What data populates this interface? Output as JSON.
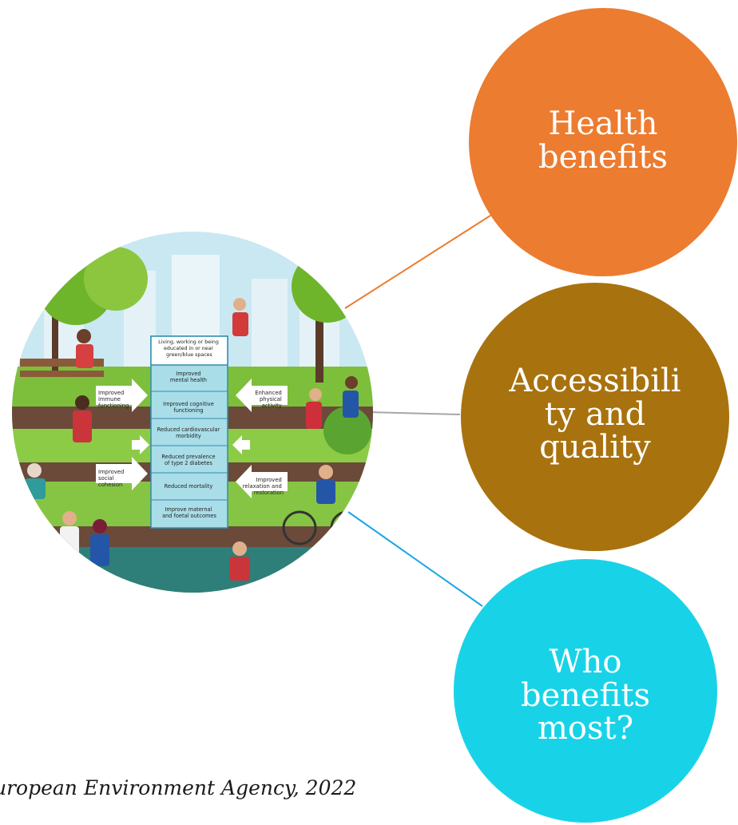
{
  "nodes": {
    "health": [
      "Health",
      "benefits"
    ],
    "access": [
      "Accessibili",
      "ty and",
      "quality"
    ],
    "who": [
      "Who",
      "benefits",
      "most?"
    ]
  },
  "colors": {
    "health": "#ec7c30",
    "access": "#a8720e",
    "who": "#18d3e8",
    "connector_health": "#ec7c30",
    "connector_access": "#a6a6a6",
    "connector_who": "#1aa6e6"
  },
  "infographic": {
    "header": "Living, working or being educated in or near green/blue spaces",
    "outcomes": [
      "Improved mental health",
      "Improved cognitive functioning",
      "Reduced cardiovascular morbidity",
      "Reduced prevalence of type 2 diabetes",
      "Reduced mortality",
      "Improve maternal and foetal outcomes"
    ],
    "left_mechanisms": [
      "Improved immune functioning",
      "Improved social cohesion"
    ],
    "right_mechanisms": [
      "Enhanced physical activity",
      "Improved relaxation and restoration"
    ]
  },
  "caption": "uropean Environment Agency, 2022"
}
